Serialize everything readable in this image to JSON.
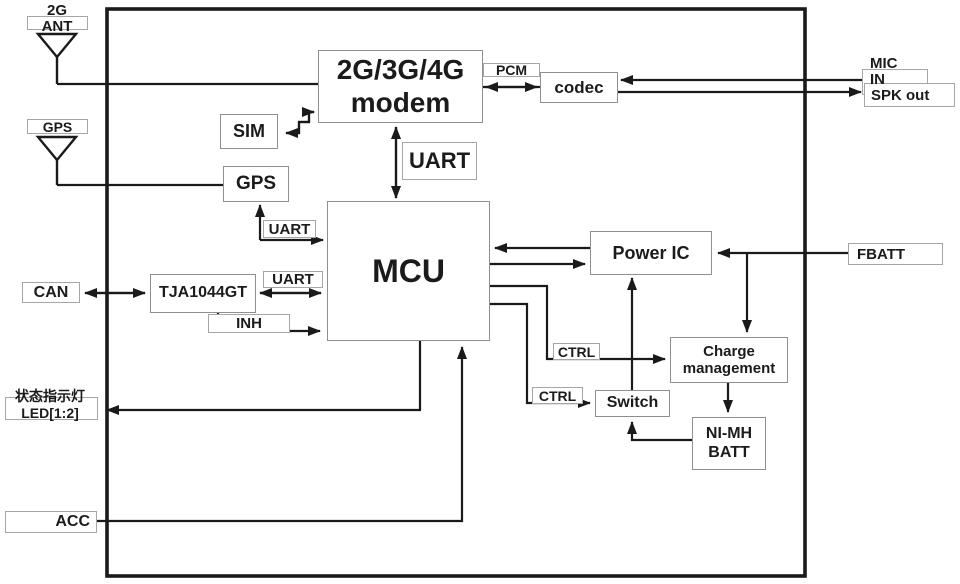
{
  "diagram": {
    "type": "hardware-block-diagram",
    "blocks": {
      "modem": {
        "line1": "2G/3G/4G",
        "line2": "modem"
      },
      "sim": {
        "label": "SIM"
      },
      "gps": {
        "label": "GPS"
      },
      "codec": {
        "label": "codec"
      },
      "mcu": {
        "label": "MCU"
      },
      "tja": {
        "label": "TJA1044GT"
      },
      "power_ic": {
        "label": "Power IC"
      },
      "charge": {
        "line1": "Charge",
        "line2": "management"
      },
      "switch": {
        "label": "Switch"
      },
      "nimh": {
        "line1": "NI-MH",
        "line2": "BATT"
      }
    },
    "ports": {
      "ant_2g": {
        "line1": "2G",
        "line2": "ANT"
      },
      "ant_gps": {
        "label": "GPS"
      },
      "mic": {
        "line1": "MIC",
        "line2": "IN"
      },
      "spk": {
        "label": "SPK out"
      },
      "can": {
        "label": "CAN"
      },
      "fbatt": {
        "label": "FBATT"
      },
      "led": {
        "line1": "状态指示灯",
        "line2": "LED[1:2]"
      },
      "acc": {
        "label": "ACC"
      }
    },
    "bus_labels": {
      "pcm": "PCM",
      "uart_modem": "UART",
      "uart_gps": "UART",
      "uart_can": "UART",
      "inh": "INH",
      "ctrl_charge": "CTRL",
      "ctrl_switch": "CTRL"
    },
    "colors": {
      "background": "#ffffff",
      "line": "#1a1a1a",
      "box_border": "#8f8f8f",
      "text": "#1b1b1b"
    }
  }
}
